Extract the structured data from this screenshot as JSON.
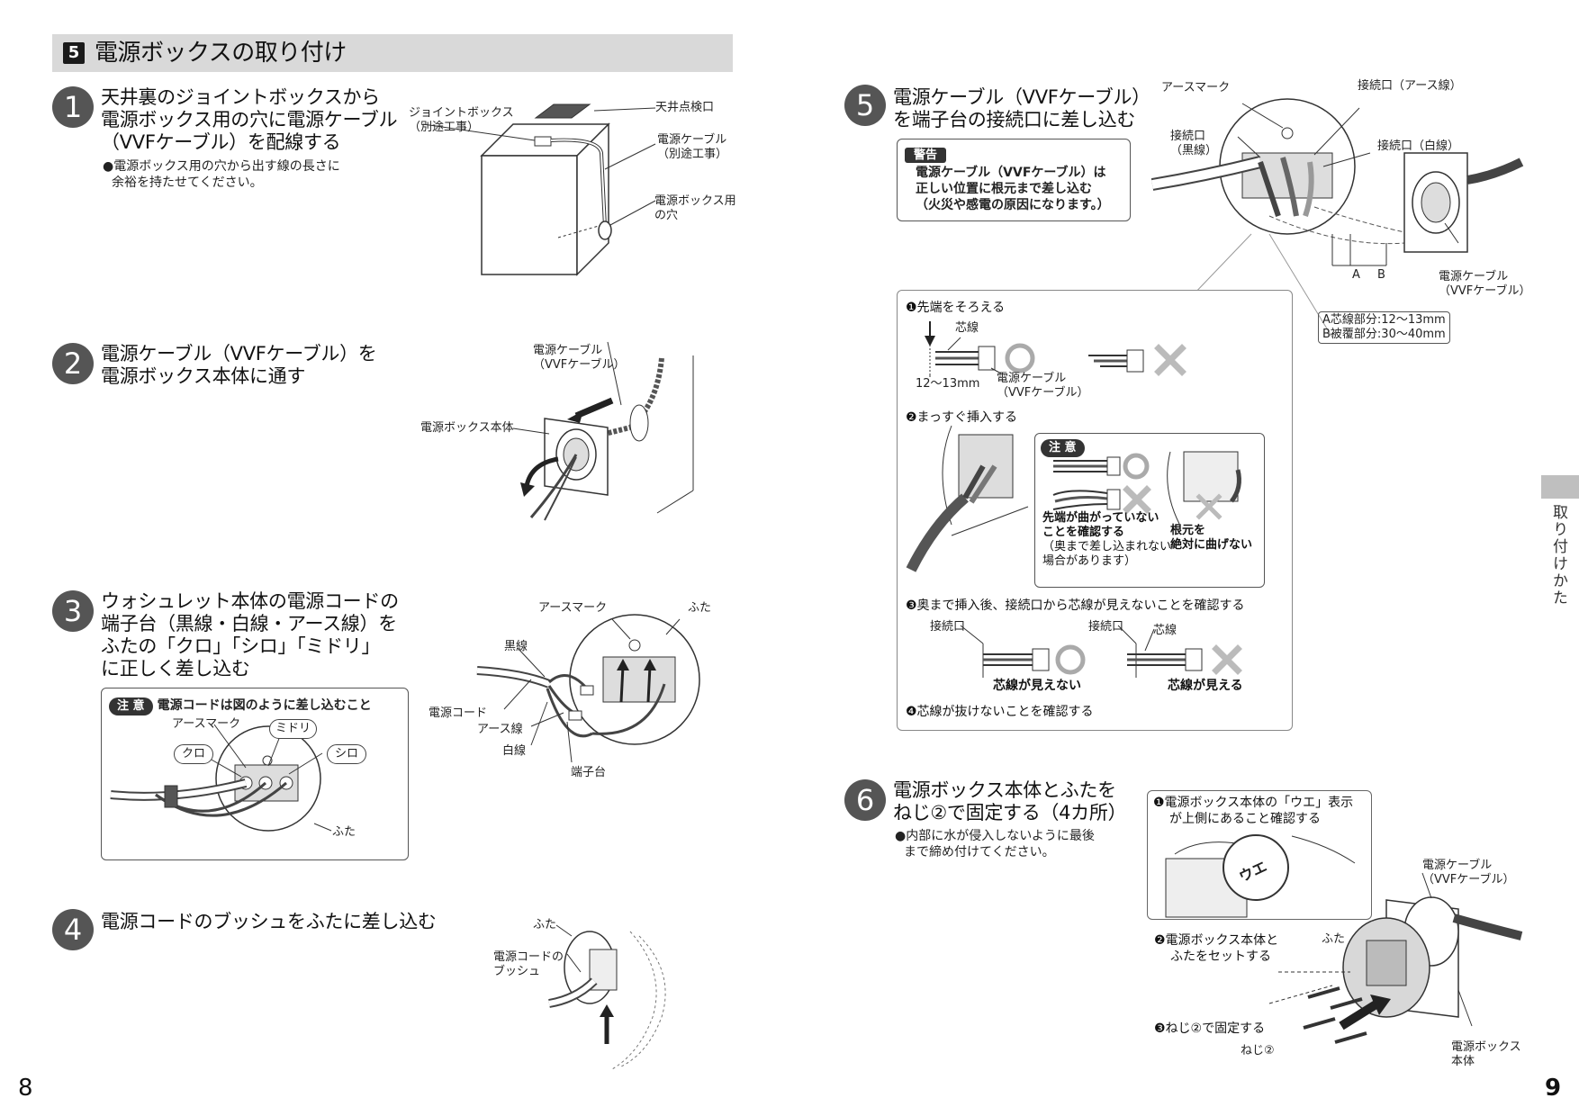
{
  "section": {
    "number": "5",
    "title": "電源ボックスの取り付け"
  },
  "steps": [
    {
      "number": "1",
      "heading": [
        "天井裏のジョイントボックスから",
        "電源ボックス用の穴に電源ケーブル",
        "（VVFケーブル）を配線する"
      ],
      "notes": [
        "●電源ボックス用の穴から出す線の長さに",
        "余裕を持たせてください。"
      ],
      "labels": {
        "joint_box": [
          "ジョイントボックス",
          "（別途工事）"
        ],
        "ceiling": "天井点検口",
        "cable": [
          "電源ケーブル",
          "（別途工事）"
        ],
        "hole": [
          "電源ボックス用",
          "の穴"
        ]
      }
    },
    {
      "number": "2",
      "heading": [
        "電源ケーブル（VVFケーブル）を",
        "電源ボックス本体に通す"
      ],
      "labels": {
        "cable": [
          "電源ケーブル",
          "（VVFケーブル）"
        ],
        "body": "電源ボックス本体"
      }
    },
    {
      "number": "3",
      "heading": [
        "ウォシュレット本体の電源コードの",
        "端子台（黒線・白線・アース線）を",
        "ふたの「クロ」「シロ」「ミドリ」",
        "に正しく差し込む"
      ],
      "caution_badge": "注 意",
      "caution_text": "電源コードは図のように差し込むこと",
      "caution_labels": {
        "earth_mark": "アースマーク",
        "midori": "ミドリ",
        "kuro": "クロ",
        "shiro": "シロ",
        "lid": "ふた"
      },
      "labels": {
        "earth_mark": "アースマーク",
        "lid": "ふた",
        "black": "黒線",
        "cord": "電源コード",
        "earth_wire": "アース線",
        "white": "白線",
        "terminal": "端子台"
      }
    },
    {
      "number": "4",
      "heading": [
        "電源コードのブッシュをふたに差し込む"
      ],
      "labels": {
        "lid": "ふた",
        "bush": [
          "電源コードの",
          "ブッシュ"
        ]
      }
    },
    {
      "number": "5",
      "heading": [
        "電源ケーブル（VVFケーブル）",
        "を端子台の接続口に差し込む"
      ],
      "warning_badge": "警告",
      "warning_text": [
        "電源ケーブル（VVFケーブル）は",
        "正しい位置に根元まで差し込む",
        "（火災や感電の原因になります。）"
      ],
      "labels": {
        "earth_mark": "アースマーク",
        "port_earth": "接続口（アース線）",
        "port_black": [
          "接続口",
          "（黒線）"
        ],
        "port_white": "接続口（白線）",
        "cable": [
          "電源ケーブル",
          "（VVFケーブル）"
        ],
        "a": "A",
        "b": "B",
        "a_len": "A芯線部分:12～13mm",
        "b_len": "B被覆部分:30～40mm"
      },
      "detail": {
        "s1": "❶先端をそろえる",
        "core": "芯線",
        "len": "12～13mm",
        "cable": [
          "電源ケーブル",
          "（VVFケーブル）"
        ],
        "s2": "❷まっすぐ挿入する",
        "caution_badge": "注 意",
        "bent_note": [
          "先端が曲がっていない",
          "ことを確認する",
          "（奥まで差し込まれない",
          "場合があります）"
        ],
        "root_note": [
          "根元を",
          "絶対に曲げない"
        ],
        "s3": "❸奥まで挿入後、接続口から芯線が見えないことを確認する",
        "port": "接続口",
        "core2": "芯線",
        "not_visible": "芯線が見えない",
        "visible": "芯線が見える",
        "s4": "❹芯線が抜けないことを確認する"
      }
    },
    {
      "number": "6",
      "heading": [
        "電源ボックス本体とふたを",
        "ねじ②で固定する（4カ所）"
      ],
      "notes": [
        "●内部に水が侵入しないように最後",
        "まで締め付けてください。"
      ],
      "detail": {
        "s1": [
          "❶電源ボックス本体の「ウエ」表示",
          "が上側にあること確認する"
        ],
        "ue": "ウエ",
        "s2": [
          "❷電源ボックス本体と",
          "ふたをセットする"
        ],
        "lid": "ふた",
        "s3": "❸ねじ②で固定する",
        "screw": "ねじ②",
        "cable": [
          "電源ケーブル",
          "（VVFケーブル）"
        ],
        "body": [
          "電源ボックス",
          "本体"
        ]
      }
    }
  ],
  "side_tab": "取り付けかた",
  "pages": {
    "left": "8",
    "right": "9"
  }
}
